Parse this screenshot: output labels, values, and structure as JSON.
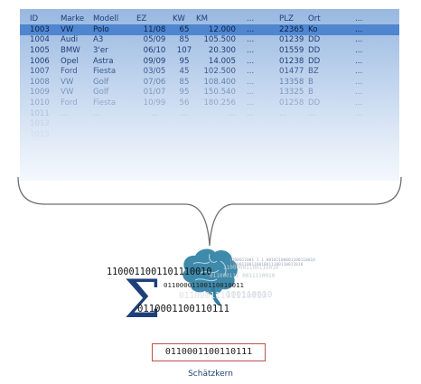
{
  "table": {
    "columns": [
      "ID",
      "Marke",
      "Modell",
      "EZ",
      "KW",
      "KM",
      "...",
      "PLZ",
      "Ort",
      "..."
    ],
    "rows": [
      [
        "1003",
        "VW",
        "Polo",
        "11/08",
        "65",
        "12.000",
        "...",
        "22365",
        "Ko",
        "..."
      ],
      [
        "1004",
        "Audi",
        "A3",
        "05/09",
        "85",
        "105.500",
        "...",
        "01239",
        "DD",
        "..."
      ],
      [
        "1005",
        "BMW",
        "3'er",
        "06/10",
        "107",
        "20.300",
        "...",
        "01559",
        "DD",
        "..."
      ],
      [
        "1006",
        "Opel",
        "Astra",
        "09/09",
        "95",
        "14.005",
        "...",
        "01238",
        "DD",
        "..."
      ],
      [
        "1007",
        "Ford",
        "Fiesta",
        "03/05",
        "45",
        "102.500",
        "...",
        "01477",
        "BZ",
        "..."
      ],
      [
        "1008",
        "VW",
        "Golf",
        "07/06",
        "85",
        "108.400",
        "...",
        "13358",
        "B",
        "..."
      ],
      [
        "1009",
        "VW",
        "Golf",
        "01/07",
        "95",
        "150.540",
        "...",
        "13325",
        "B",
        "..."
      ],
      [
        "1010",
        "Ford",
        "Fiesta",
        "10/99",
        "56",
        "180.256",
        "...",
        "01258",
        "DD",
        "..."
      ],
      [
        "1011",
        "...",
        "...",
        "...",
        "...",
        "...",
        "...",
        "...",
        "...",
        "..."
      ],
      [
        "1012",
        "",
        "",
        "",
        "",
        "",
        "",
        "",
        "",
        ""
      ],
      [
        "1013",
        "",
        "",
        "",
        "",
        "",
        "",
        "",
        "",
        ""
      ]
    ],
    "row_opacity": [
      1,
      1,
      1,
      1,
      0.8,
      0.55,
      0.42,
      0.32,
      0.18,
      0.1,
      0.06
    ],
    "selected_row": 0
  },
  "estimator": {
    "binary_strings": {
      "top": "1100011001101110010",
      "small_right": "01100001100110010011",
      "faded_1": "11000001100110010",
      "faded_2": "01100011101110010",
      "faded_3": "100110010",
      "faded_mid": "011000111 0011110010",
      "tiny_lines": "1100011001 1 1 00101100001100110010",
      "tiny_lines_2": "110001100110010011100110011010",
      "bottom": "0110001100110111"
    },
    "sigma": "Σ",
    "output": "0110001100110111",
    "label": "Schätzkern"
  },
  "colors": {
    "text": "#1f3e78",
    "selected_row": "#4f86cf",
    "brain": "#2f7fa3",
    "output_border": "#c0504d"
  }
}
